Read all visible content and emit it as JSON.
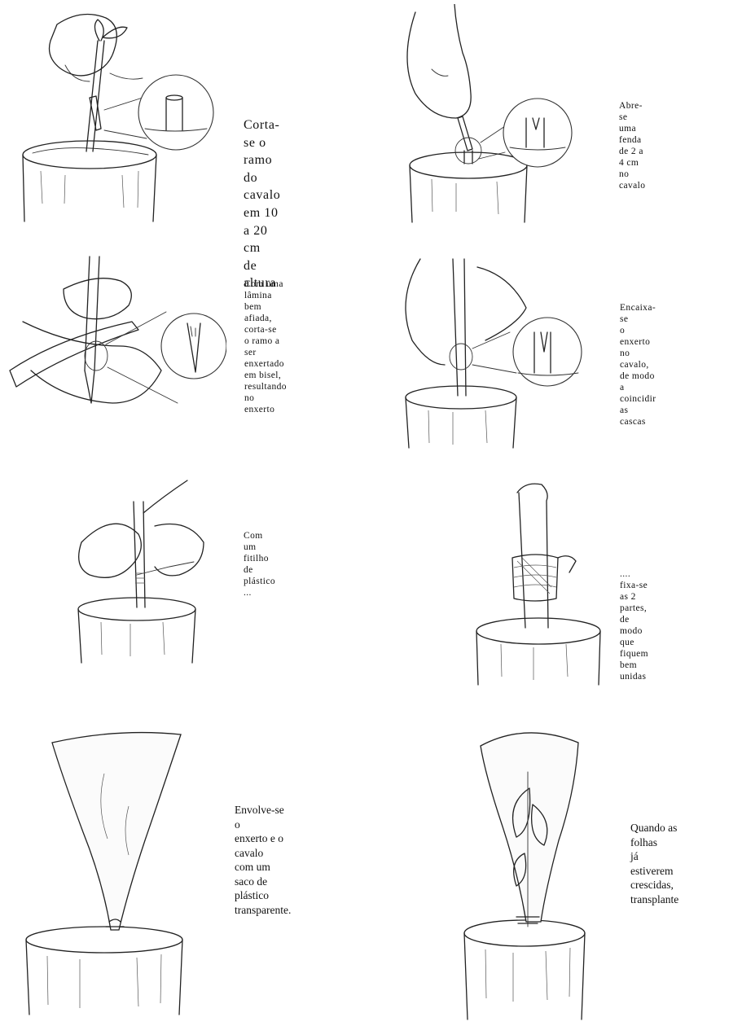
{
  "steps": [
    {
      "id": 1,
      "caption": "Corta-se o\nramo do cavalo\nem 10 a 20 cm\nde altura",
      "icon": "cut-rootstock-illustration"
    },
    {
      "id": 2,
      "caption": "Abre-se uma\nfenda de 2 a 4 cm\nno cavalo",
      "icon": "split-rootstock-illustration"
    },
    {
      "id": 3,
      "caption": "Com uma\nlâmina bem afiada,\ncorta-se\no ramo a ser\nenxertado em bisel,\nresultando no\nenxerto",
      "icon": "bevel-cut-scion-illustration"
    },
    {
      "id": 4,
      "caption": "Encaixa-se\no enxerto no\ncavalo, de modo\na coincidir as\ncascas",
      "icon": "insert-scion-illustration"
    },
    {
      "id": 5,
      "caption": "Com um fitilho\nde plástico ...",
      "icon": "wrap-tape-illustration"
    },
    {
      "id": 6,
      "caption": ".... fixa-se\n as 2 partes, de\nmodo que fiquem\nbem unidas",
      "icon": "tied-graft-illustration"
    },
    {
      "id": 7,
      "caption": "Envolve-se o\nenxerto e o cavalo\ncom um saco de\nplástico\ntransparente.",
      "icon": "plastic-bag-illustration"
    },
    {
      "id": 8,
      "caption": "Quando as folhas\njá estiverem\ncrescidas,\ntransplante",
      "icon": "grown-leaves-bag-illustration"
    }
  ]
}
